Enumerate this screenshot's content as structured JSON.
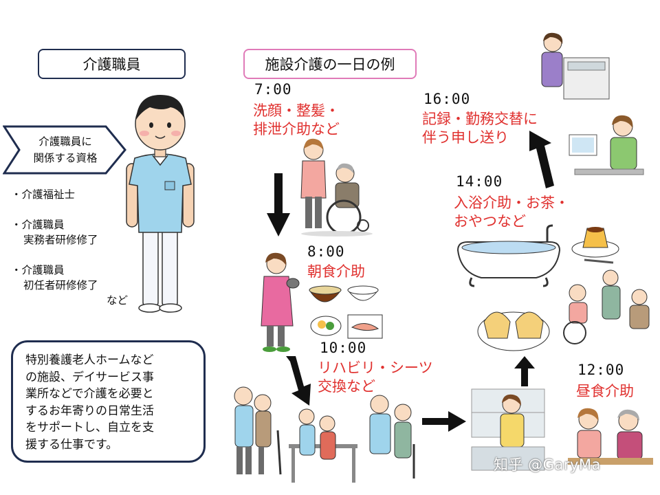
{
  "left": {
    "title": "介護職員",
    "qualifications_tag": [
      "介護職員に",
      "関係する資格"
    ],
    "qualifications": [
      {
        "line1": "・介護福祉士",
        "line2": ""
      },
      {
        "line1": "・介護職員",
        "line2": "実務者研修修了"
      },
      {
        "line1": "・介護職員",
        "line2": "初任者研修修了"
      }
    ],
    "etc": "など",
    "description": [
      "特別養護老人ホームなど",
      "の施設、デイサービス事",
      "業所などで介護を必要と",
      "するお年寄りの日常生活",
      "をサポートし、自立を支",
      "援する仕事です。"
    ]
  },
  "right": {
    "title": "施設介護の一日の例",
    "schedule": [
      {
        "time": "7:00",
        "activity": [
          "洗顔・整髪・",
          "排泄介助など"
        ]
      },
      {
        "time": "8:00",
        "activity": [
          "朝食介助"
        ]
      },
      {
        "time": "10:00",
        "activity": [
          "リハビリ・シーツ",
          "交換など"
        ]
      },
      {
        "time": "12:00",
        "activity": [
          "昼食介助"
        ]
      },
      {
        "time": "14:00",
        "activity": [
          "入浴介助・お茶・",
          "おやつなど"
        ]
      },
      {
        "time": "16:00",
        "activity": [
          "記録・勤務交替に",
          "伴う申し送り"
        ]
      }
    ]
  },
  "watermark": "知乎 @GaryMa",
  "colors": {
    "navy_border": "#1f2d4f",
    "pink_border": "#e07ab8",
    "activity_red": "#e0312f"
  }
}
